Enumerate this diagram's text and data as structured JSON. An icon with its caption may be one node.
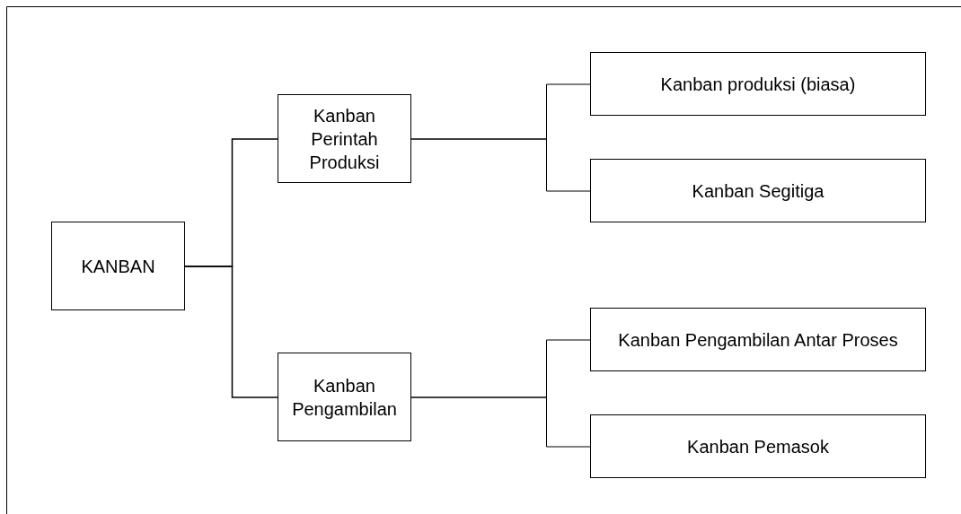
{
  "diagram": {
    "nodes": [
      {
        "text": [
          "KANBAN"
        ]
      },
      {
        "text": [
          "Kanban Perintah Produksi"
        ]
      },
      {
        "text": [
          "Kanban produksi (biasa)"
        ]
      },
      {
        "text": [
          "Kanban Segitiga"
        ]
      },
      {
        "text": [
          "Kanban Pengambilan"
        ]
      },
      {
        "text": [
          "Kanban Pengambilan Antar Proses"
        ]
      },
      {
        "text": [
          "Kanban Pemasok"
        ]
      }
    ],
    "edges": [
      {
        "from": 0,
        "to": 1,
        "arrow": "none"
      },
      {
        "from": 0,
        "to": 4,
        "arrow": "none"
      },
      {
        "from": 1,
        "to": 2,
        "arrow": "none"
      },
      {
        "from": 1,
        "to": 3,
        "arrow": "none"
      },
      {
        "from": 4,
        "to": 5,
        "arrow": "none"
      },
      {
        "from": 4,
        "to": 6,
        "arrow": "none"
      }
    ]
  }
}
